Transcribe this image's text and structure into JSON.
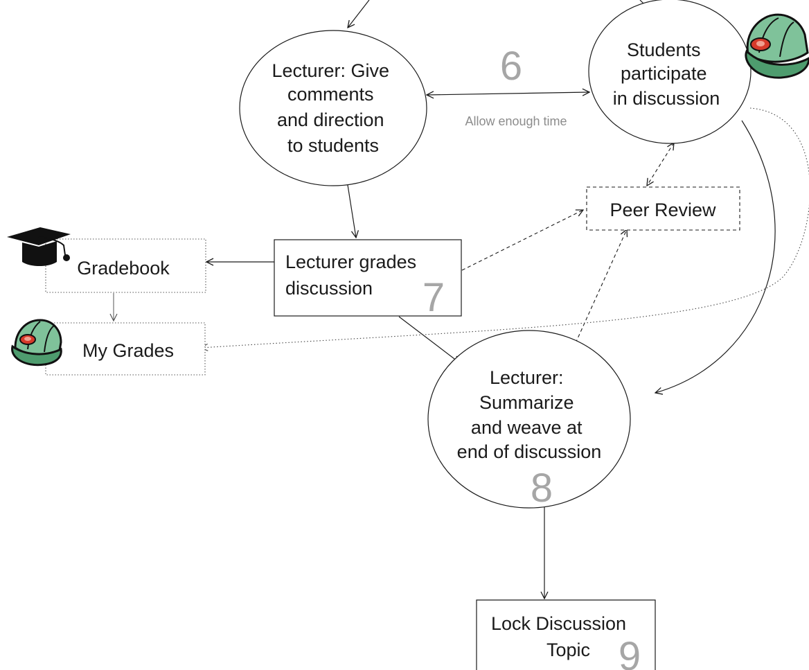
{
  "nodes": {
    "give_comments": {
      "lines": [
        "Lecturer: Give",
        "comments",
        "and direction",
        "to students"
      ]
    },
    "students_participate": {
      "lines": [
        "Students",
        "participate",
        "in discussion"
      ]
    },
    "peer_review": {
      "label": "Peer Review"
    },
    "lecturer_grades": {
      "lines": [
        "Lecturer grades",
        "discussion"
      ],
      "step": "7"
    },
    "gradebook": {
      "label": "Gradebook"
    },
    "my_grades": {
      "label": "My Grades"
    },
    "summarize": {
      "lines": [
        "Lecturer:",
        "Summarize",
        "and weave at",
        "end of discussion"
      ],
      "step": "8"
    },
    "lock_topic": {
      "lines": [
        "Lock Discussion",
        "Topic"
      ],
      "step": "9"
    }
  },
  "edge_labels": {
    "step_6": "6",
    "allow_time": "Allow enough time"
  },
  "icons": [
    "student-cap-icon",
    "graduation-cap-icon",
    "student-cap-icon"
  ]
}
